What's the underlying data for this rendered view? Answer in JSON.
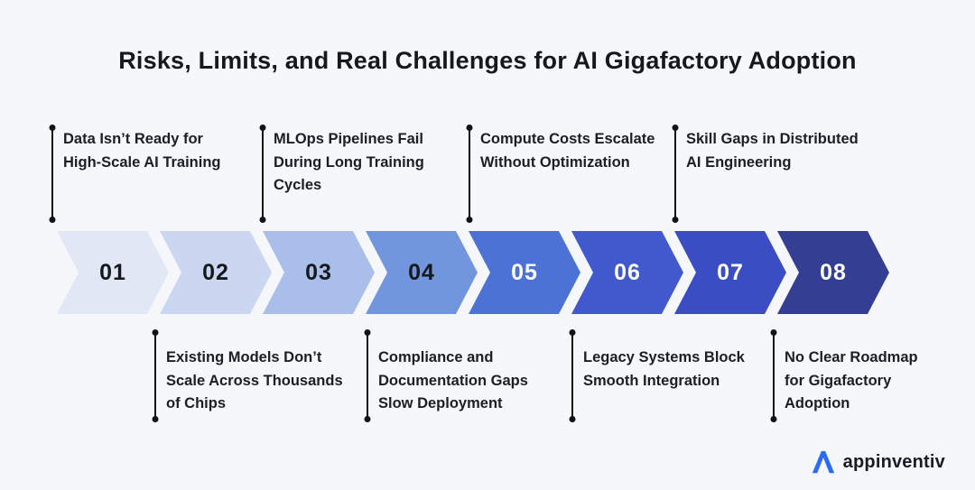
{
  "title": "Risks, Limits, and Real Challenges for AI Gigafactory Adoption",
  "colors": {
    "background": "#F6F7FB",
    "connector": "#111318",
    "label_text": "#1B1E24",
    "title_text": "#16181C",
    "logo_mark": "#2D6BF2",
    "logo_text": "#171C26"
  },
  "steps": [
    {
      "number": "01",
      "label": "Data Isn’t Ready for\nHigh-Scale AI Training",
      "label_position": "top",
      "color": "#E2E7F5",
      "number_color": "#15181D"
    },
    {
      "number": "02",
      "label": "Existing Models Don’t\nScale Across Thousands\nof Chips",
      "label_position": "bottom",
      "color": "#CBD7F0",
      "number_color": "#15181D"
    },
    {
      "number": "03",
      "label": "MLOps Pipelines Fail\nDuring Long Training\nCycles",
      "label_position": "top",
      "color": "#A9BFE9",
      "number_color": "#15181D"
    },
    {
      "number": "04",
      "label": "Compliance and\nDocumentation Gaps\nSlow Deployment",
      "label_position": "bottom",
      "color": "#7296DD",
      "number_color": "#15181D"
    },
    {
      "number": "05",
      "label": "Compute Costs Escalate\nWithout Optimization",
      "label_position": "top",
      "color": "#4D72D6",
      "number_color": "#FFFFFF"
    },
    {
      "number": "06",
      "label": "Legacy Systems Block\nSmooth Integration",
      "label_position": "bottom",
      "color": "#4159CD",
      "number_color": "#FFFFFF"
    },
    {
      "number": "07",
      "label": "Skill Gaps in Distributed\nAI Engineering",
      "label_position": "top",
      "color": "#3A4DC2",
      "number_color": "#FFFFFF"
    },
    {
      "number": "08",
      "label": "No Clear Roadmap\nfor Gigafactory\nAdoption",
      "label_position": "bottom",
      "color": "#343E93",
      "number_color": "#FFFFFF"
    }
  ],
  "logo": {
    "text": "appinventiv"
  }
}
